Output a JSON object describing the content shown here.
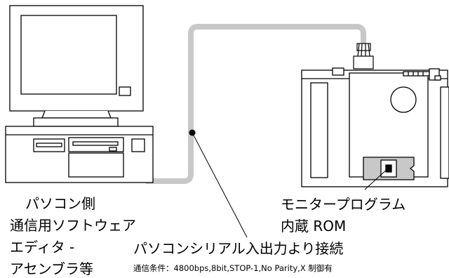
{
  "pc_side": {
    "line1": "パソコン側",
    "line2": "通信用ソフトウェア",
    "line3": "エディタ -",
    "line4": "アセンブラ等"
  },
  "target": {
    "line1": "モニタープログラム",
    "line2": "内蔵 ROM"
  },
  "connection": {
    "main": "パソコンシリアル入出力より接続",
    "conditions": "通信条件：4800bps,8bit,STOP-1,No Parity,X 制御有"
  },
  "colors": {
    "cable": "#c8c8c8",
    "line": "#000000",
    "board_fill": "#ffffff"
  }
}
